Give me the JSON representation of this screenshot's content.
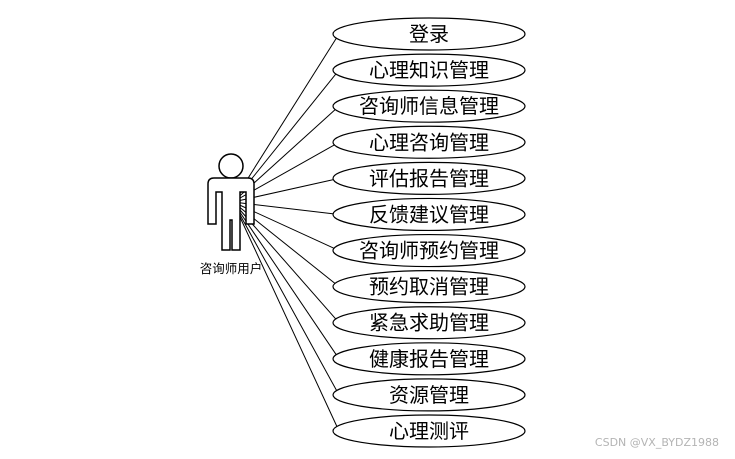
{
  "actor": {
    "label": "咨询师用户"
  },
  "use_cases": [
    {
      "label": "登录"
    },
    {
      "label": "心理知识管理"
    },
    {
      "label": "咨询师信息管理"
    },
    {
      "label": "心理咨询管理"
    },
    {
      "label": "评估报告管理"
    },
    {
      "label": "反馈建议管理"
    },
    {
      "label": "咨询师预约管理"
    },
    {
      "label": "预约取消管理"
    },
    {
      "label": "紧急求助管理"
    },
    {
      "label": "健康报告管理"
    },
    {
      "label": "资源管理"
    },
    {
      "label": "心理测评"
    }
  ],
  "watermark": "CSDN @VX_BYDZ1988"
}
